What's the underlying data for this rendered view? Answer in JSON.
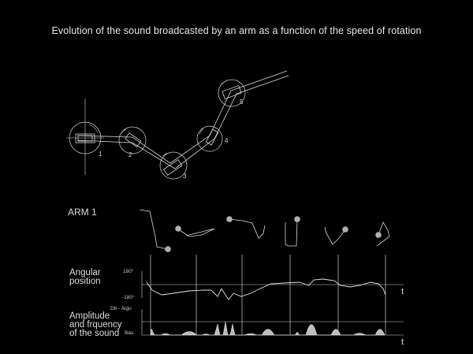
{
  "title": "Evolution of the sound broadcasted by an arm as a function of the speed of rotation",
  "arm": {
    "joints": [
      "1",
      "2",
      "3",
      "4",
      "5"
    ]
  },
  "section_label": "ARM 1",
  "angular": {
    "label_line1": "Angular",
    "label_line2": "position",
    "tick_top": "180°",
    "tick_bottom": "-180°",
    "axis": "t"
  },
  "amplitude": {
    "label_line1": "Amplitude",
    "label_line2": "and frquency",
    "label_line3": "of the sound",
    "tick_top": "Db - Aigu",
    "tick_bottom": "Bas",
    "axis": "t"
  },
  "colors": {
    "background": "#000000",
    "line": "#e0e0e0",
    "fill": "#bdbdbd"
  }
}
